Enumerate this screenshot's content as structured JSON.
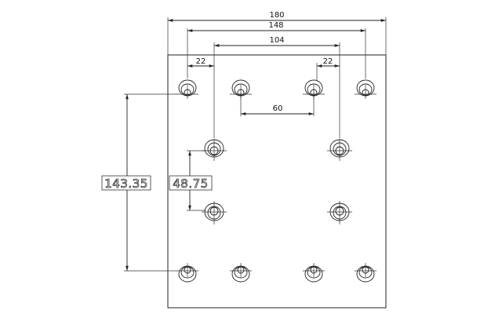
{
  "drawing": {
    "dimensions": {
      "overall_width": "180",
      "outer_hole_span": "148",
      "inner_hole_span": "104",
      "left_offset": "22",
      "right_offset": "22",
      "upper_hole_gap": "60",
      "vertical_span": "143.35",
      "middle_pitch": "48.75"
    },
    "colors": {
      "line": "#222222",
      "background": "#ffffff"
    }
  }
}
